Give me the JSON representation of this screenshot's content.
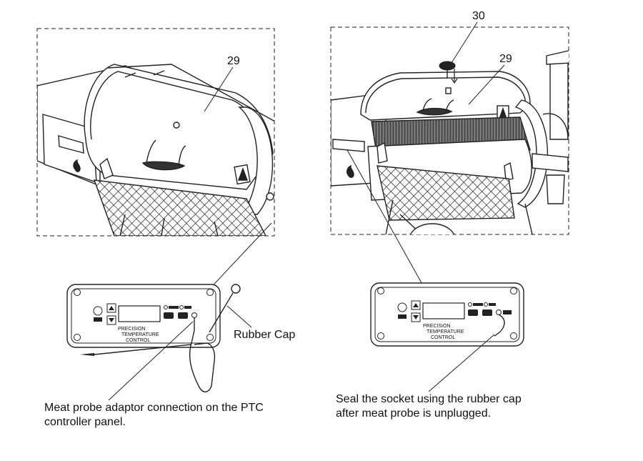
{
  "part_labels": {
    "left_lid": "29",
    "right_lid": "29",
    "rubber_cap_part": "30"
  },
  "panel_legend": {
    "word1": "PRECISION",
    "word2": "TEMPERATURE",
    "word3": "CONTROL"
  },
  "callouts": {
    "rubber_cap": "Rubber Cap",
    "meat_probe_line1": "Meat probe adaptor connection on the PTC",
    "meat_probe_line2": "controller panel.",
    "seal_line1": "Seal the socket using the rubber cap",
    "seal_line2": "after meat probe is unplugged."
  }
}
